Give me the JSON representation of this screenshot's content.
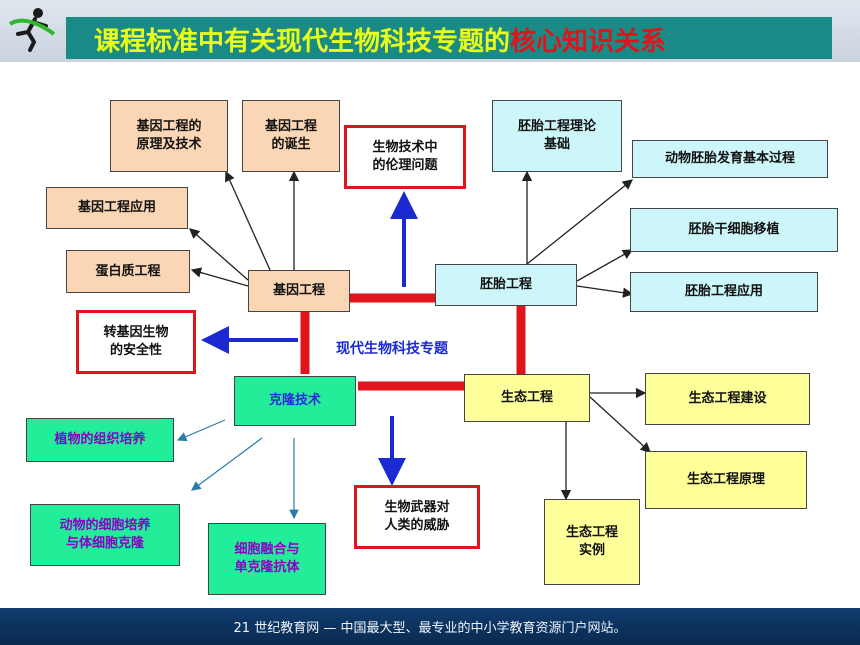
{
  "title": {
    "main": "课程标准中有关现代生物科技专题的",
    "highlight": "核心知识关系"
  },
  "center_label": "现代生物科技专题",
  "boxes": {
    "gene_principle": "基因工程的\n原理及技术",
    "gene_birth": "基因工程\n的诞生",
    "gene_apply": "基因工程应用",
    "protein_eng": "蛋白质工程",
    "gene_eng": "基因工程",
    "ethics": "生物技术中\n的伦理问题",
    "transgenic_safety": "转基因生物\n的安全性",
    "embryo_theory": "胚胎工程理论\n基础",
    "animal_embryo": "动物胚胎发育基本过程",
    "embryo_stem": "胚胎干细胞移植",
    "embryo_eng": "胚胎工程",
    "embryo_apply": "胚胎工程应用",
    "clone_tech": "克隆技术",
    "plant_tissue": "植物的组织培养",
    "animal_cell": "动物的细胞培养\n与体细胞克隆",
    "cell_fusion": "细胞融合与\n单克隆抗体",
    "bio_weapon": "生物武器对\n人类的威胁",
    "eco_eng": "生态工程",
    "eco_build": "生态工程建设",
    "eco_principle": "生态工程原理",
    "eco_example": "生态工程\n实例"
  },
  "footer": "21 世纪教育网 — 中国最大型、最专业的中小学教育资源门户网站。",
  "colors": {
    "title_bar": "#1a8a86",
    "title_text": "#e8ff1a",
    "title_highlight": "#e0141c",
    "connector_red": "#e0141c",
    "arrow_blue": "#1a2ad0",
    "footer_bg": "#0f3c6e"
  }
}
